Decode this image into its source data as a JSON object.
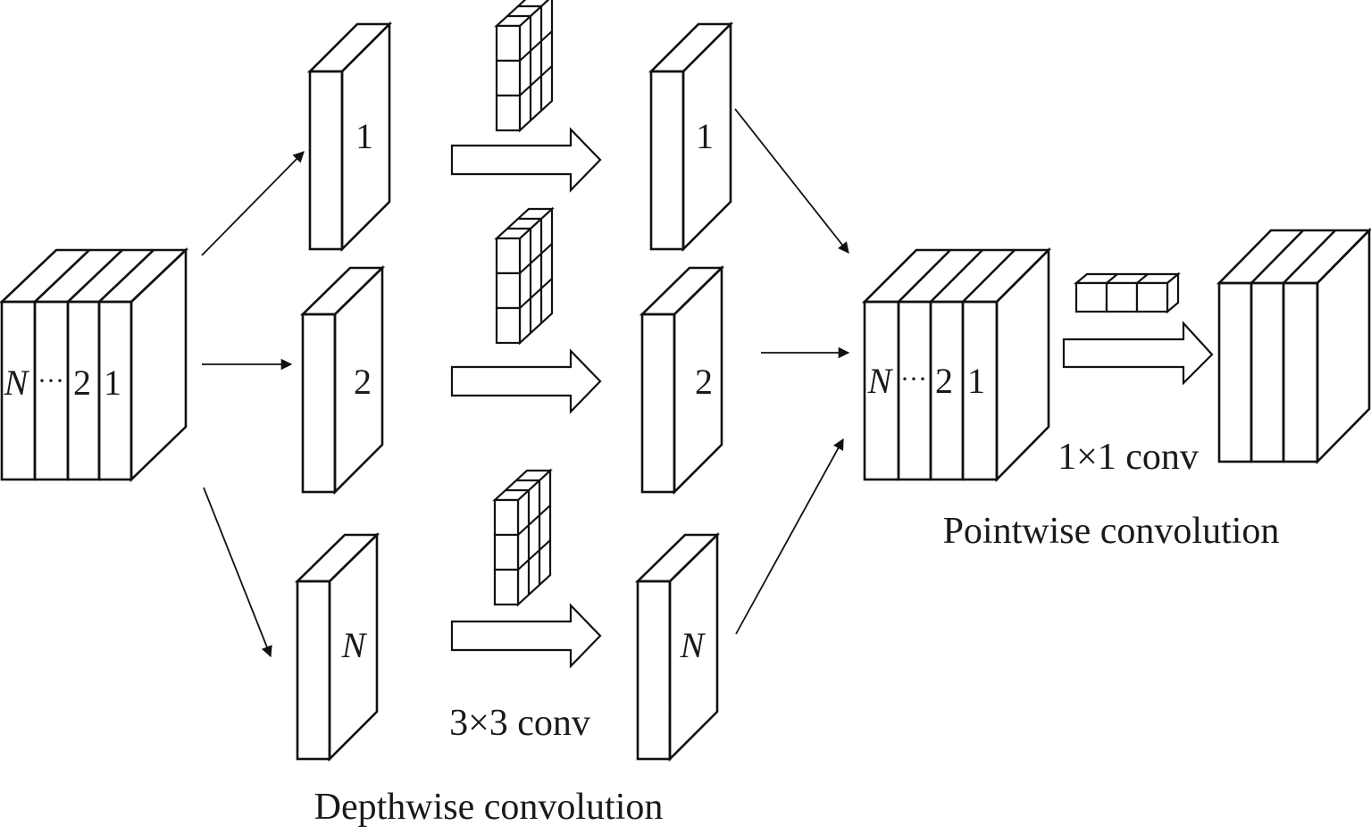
{
  "colors": {
    "green_front": "#78b950",
    "green_top": "#8cc464",
    "green_side": "#62973f",
    "blue_front": "#3661a8",
    "blue_top": "#4679b0",
    "blue_side": "#2f5790",
    "outline": "#111111",
    "text": "#1a1a1a"
  },
  "input_tensor": {
    "channel_labels": [
      "N",
      "···",
      "2",
      "1"
    ]
  },
  "depthwise": {
    "split_channels": [
      {
        "label": "1",
        "italic": false
      },
      {
        "label": "2",
        "italic": false
      },
      {
        "label": "N",
        "italic": true
      }
    ],
    "output_channels": [
      {
        "label": "1",
        "italic": false
      },
      {
        "label": "2",
        "italic": false
      },
      {
        "label": "N",
        "italic": true
      }
    ],
    "kernel_label": "3×3 conv",
    "caption": "Depthwise convolution"
  },
  "concat_tensor": {
    "channel_labels": [
      "N",
      "···",
      "2",
      "1"
    ]
  },
  "pointwise": {
    "kernel_label": "1×1 conv",
    "caption": "Pointwise convolution"
  }
}
